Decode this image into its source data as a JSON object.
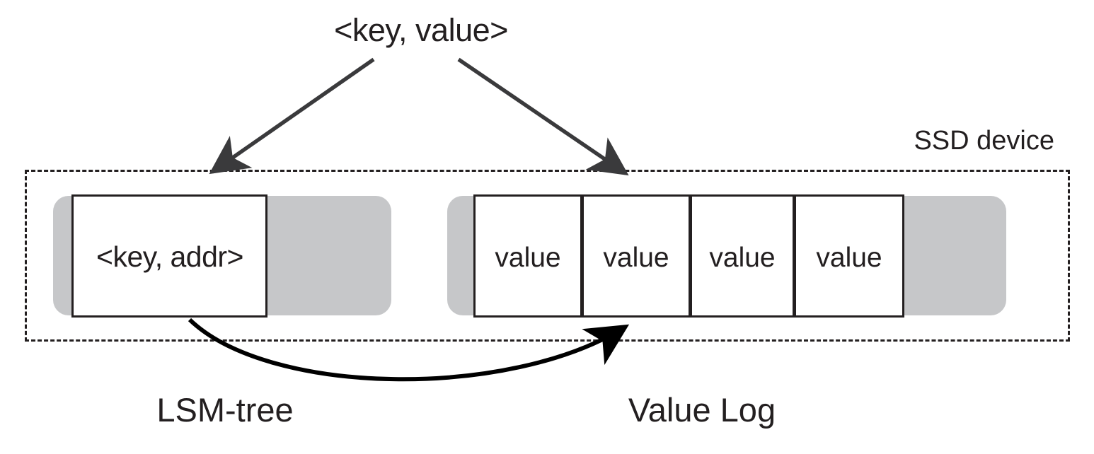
{
  "diagram": {
    "title_label": "<key, value>",
    "device_label": "SSD device",
    "lsm": {
      "caption": "LSM-tree",
      "entry_label": "<key, addr>"
    },
    "value_log": {
      "caption": "Value Log",
      "cells": [
        {
          "label": "value"
        },
        {
          "label": "value"
        },
        {
          "label": "value"
        },
        {
          "label": "value"
        }
      ]
    },
    "colors": {
      "ink": "#231f20",
      "gray_band": "#c6c7c9",
      "background": "#ffffff"
    },
    "arrows": [
      {
        "name": "kv-to-lsm",
        "from": "<key, value>",
        "to": "LSM-tree",
        "style": "straight"
      },
      {
        "name": "kv-to-valuelog",
        "from": "<key, value>",
        "to": "Value Log",
        "style": "straight"
      },
      {
        "name": "addr-to-value",
        "from": "<key, addr>",
        "to": "value",
        "style": "curved"
      }
    ]
  }
}
